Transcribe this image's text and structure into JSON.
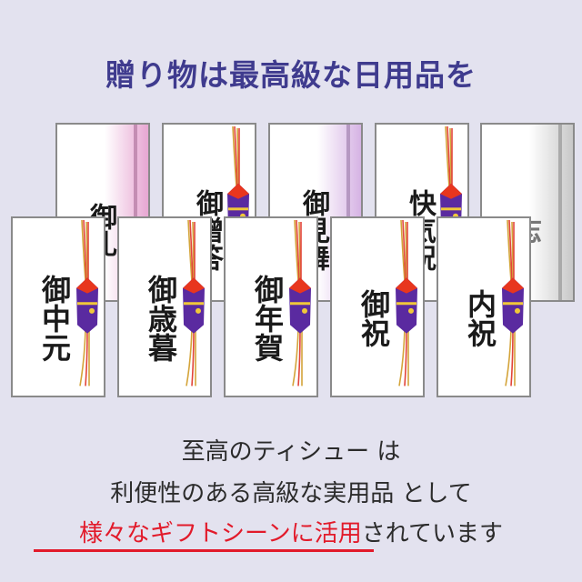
{
  "title": "贈り物は最高級な日用品を",
  "top_cards": [
    {
      "label": "御礼",
      "accent": "#e7a6d2"
    },
    {
      "label": "御贈答",
      "accent": null
    },
    {
      "label": "御見舞",
      "accent": "#d6b3e4"
    },
    {
      "label": "快気祝",
      "accent": null
    },
    {
      "label": "志",
      "accent": "#c8c8c8"
    }
  ],
  "bottom_cards": [
    {
      "label": "御中元"
    },
    {
      "label": "御歳暮"
    },
    {
      "label": "御年賀"
    },
    {
      "label": "御祝"
    },
    {
      "label": "内祝"
    }
  ],
  "copy": {
    "line1": "至高のティシュー は",
    "line2": "利便性のある高級な実用品 として",
    "line3_highlight": "様々なギフトシーンに活用",
    "line3_rest": "されています"
  },
  "colors": {
    "title": "#3f3b8e",
    "highlight": "#e21a2a",
    "background": "#e3e2ef"
  }
}
